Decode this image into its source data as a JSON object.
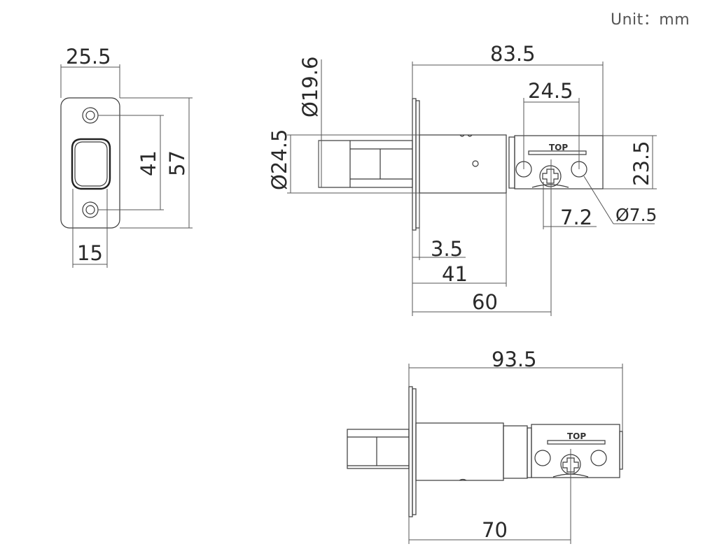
{
  "unit_label": "Unit：mm",
  "views": {
    "faceplate": {
      "width": "25.5",
      "hole_spacing": "41",
      "height": "57",
      "bolt_width": "15"
    },
    "side_retracted": {
      "overall_length": "83.5",
      "cam_hole_spacing": "24.5",
      "faceplate_dia": "Ø19.6",
      "bolt_dia": "Ø24.5",
      "housing_height": "23.5",
      "screw_offset": "7.2",
      "hole_dia": "Ø7.5",
      "plate_thickness": "3.5",
      "body_length": "41",
      "backset": "60",
      "top_marking": "TOP"
    },
    "side_extended": {
      "overall_length": "93.5",
      "backset": "70",
      "top_marking": "TOP"
    }
  }
}
